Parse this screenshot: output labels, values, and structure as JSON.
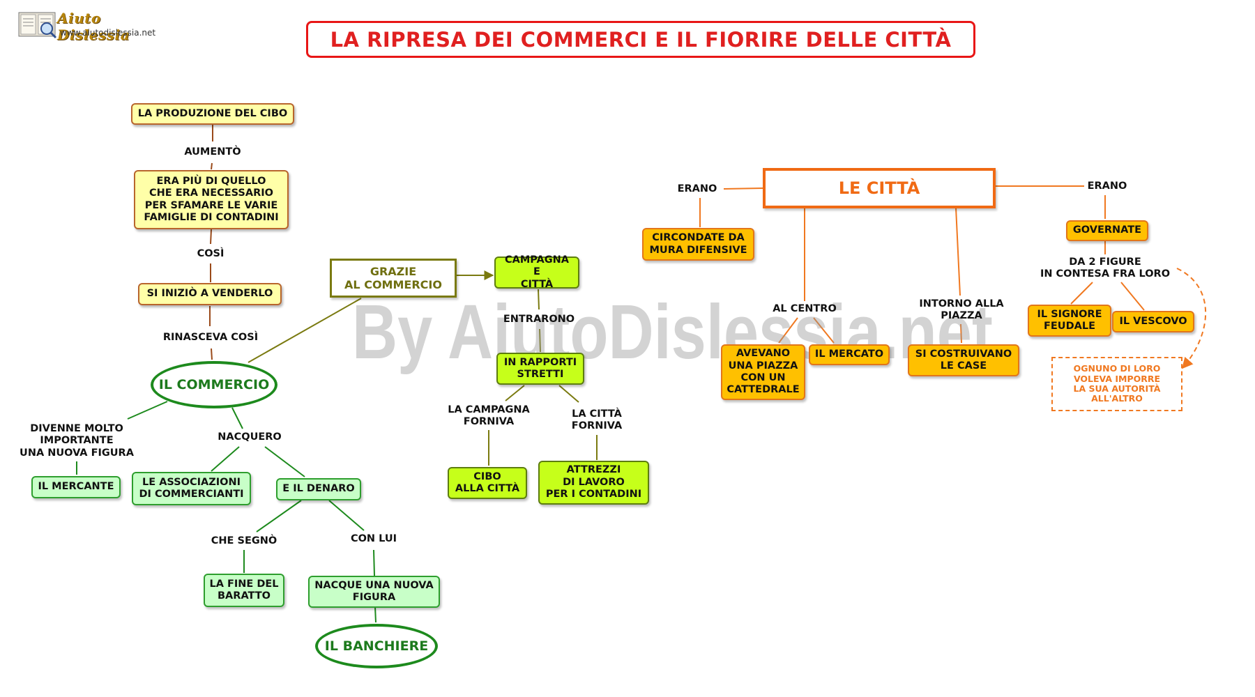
{
  "branding": {
    "logo_title": "Aiuto Dislessia",
    "logo_url": "www.aiutodislessia.net",
    "watermark": "By AiutoDislessia.net"
  },
  "title": "LA RIPRESA DEI COMMERCI E IL FIORIRE DELLE CITTÀ",
  "left_chain": {
    "produzione": "LA PRODUZIONE DEL CIBO",
    "aumento": "AUMENTÒ",
    "era_piu": "ERA PIÙ DI QUELLO\nCHE ERA NECESSARIO\nPER SFAMARE LE VARIE\nFAMIGLIE DI CONTADINI",
    "cosi": "COSÌ",
    "inizio": "SI INIZIÒ A VENDERLO",
    "rinasceva": "RINASCEVA COSÌ",
    "commercio": "IL COMMERCIO",
    "divenne": "DIVENNE MOLTO\nIMPORTANTE\nUNA NUOVA FIGURA",
    "mercante": "IL MERCANTE",
    "nacquero": "NACQUERO",
    "associazioni": "LE ASSOCIAZIONI\nDI COMMERCIANTI",
    "denaro": "E IL DENARO",
    "segno": "CHE SEGNÒ",
    "fine_baratto": "LA FINE DEL\nBARATTO",
    "con_lui": "CON LUI",
    "nuova_figura": "NACQUE UNA NUOVA\nFIGURA",
    "banchiere": "IL BANCHIERE"
  },
  "middle": {
    "grazie": "GRAZIE\nAL COMMERCIO",
    "campagna_citta": "CAMPAGNA E\nCITTÀ",
    "entrarono": "ENTRARONO",
    "rapporti": "IN RAPPORTI\nSTRETTI",
    "campagna_forniva": "LA CAMPAGNA\nFORNIVA",
    "citta_forniva": "LA CITTÀ\nFORNIVA",
    "cibo": "CIBO\nALLA CITTÀ",
    "attrezzi": "ATTREZZI\nDI LAVORO\nPER I CONTADINI"
  },
  "right": {
    "le_citta": "LE CITTÀ",
    "erano_left": "ERANO",
    "circondate": "CIRCONDATE DA\nMURA DIFENSIVE",
    "al_centro": "AL CENTRO",
    "piazza": "AVEVANO\nUNA PIAZZA\nCON UN\nCATTEDRALE",
    "mercato": "IL MERCATO",
    "intorno": "INTORNO ALLA\nPIAZZA",
    "case": "SI COSTRUIVANO\nLE CASE",
    "erano_right": "ERANO",
    "governate": "GOVERNATE",
    "due_figure": "DA 2 FIGURE\nIN CONTESA FRA LORO",
    "signore": "IL SIGNORE\nFEUDALE",
    "vescovo": "IL VESCOVO",
    "note": "OGNUNO DI LORO\nVOLEVA IMPORRE\nLA SUA AUTORITÀ\nALL'ALTRO"
  },
  "colors": {
    "title": "#e02020",
    "yellow_fill": "#ffffa8",
    "green_fill": "#c8ffc8",
    "lime_fill": "#c6ff1a",
    "orange_fill": "#ffc000",
    "orange_accent": "#f06a14",
    "green_accent": "#1d8a1d",
    "olive_accent": "#7a7a10"
  }
}
